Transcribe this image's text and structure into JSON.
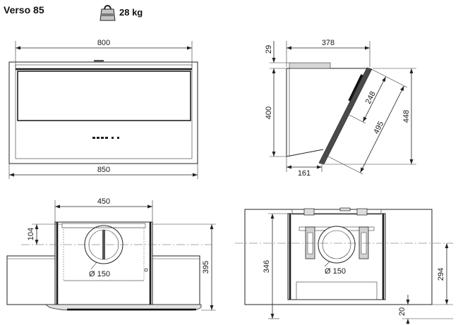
{
  "title": "Verso 85",
  "weight": {
    "label": "28 kg",
    "icon": "weight-icon"
  },
  "front_view": {
    "width_800": "800",
    "width_850": "850"
  },
  "side_view": {
    "dim_29": "29",
    "dim_378": "378",
    "dim_400": "400",
    "dim_448": "448",
    "dim_248": "248",
    "dim_495": "495",
    "dim_161": "161"
  },
  "rear_view": {
    "dim_450": "450",
    "dim_104": "104",
    "dim_395": "395",
    "duct": "Ø 150"
  },
  "wall_view": {
    "dim_346": "346",
    "dim_294": "294",
    "dim_20": "20",
    "duct": "Ø 150"
  }
}
